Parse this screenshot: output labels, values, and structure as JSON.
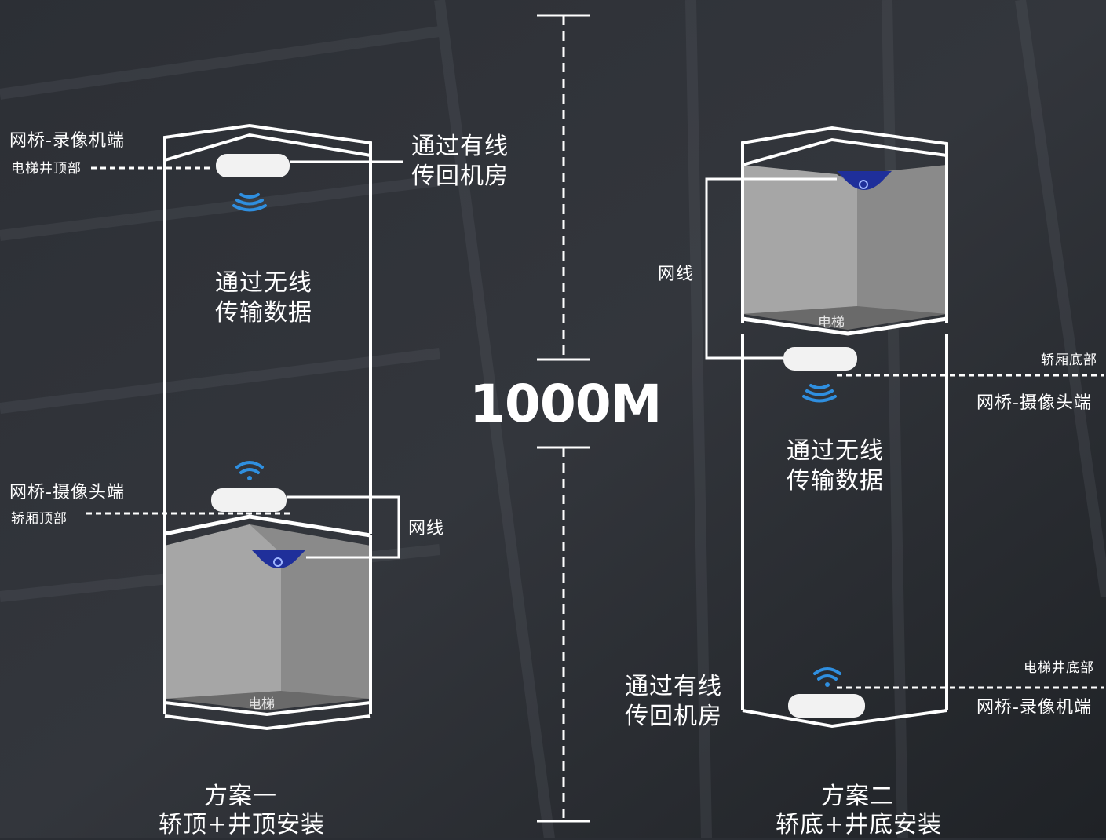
{
  "distance": "1000M",
  "scheme1": {
    "top_device_label": "网桥-录像机端",
    "top_device_sub": "电梯井顶部",
    "wired_text": [
      "通过有线",
      "传回机房"
    ],
    "wireless_text": [
      "通过无线",
      "传输数据"
    ],
    "bottom_device_label": "网桥-摄像头端",
    "bottom_device_sub": "轿厢顶部",
    "cable_label": "网线",
    "cab_label": "电梯",
    "title": "方案一",
    "subtitle": "轿顶+井顶安装"
  },
  "scheme2": {
    "cable_label": "网线",
    "cab_label": "电梯",
    "cam_device_sub": "轿厢底部",
    "cam_device_label": "网桥-摄像头端",
    "wireless_text": [
      "通过无线",
      "传输数据"
    ],
    "nvr_device_sub": "电梯井底部",
    "nvr_device_label": "网桥-录像机端",
    "wired_text": [
      "通过有线",
      "传回机房"
    ],
    "title": "方案二",
    "subtitle": "轿底+井底安装"
  },
  "colors": {
    "wifi": "#2f8fe0",
    "camera": "#1f2f9a",
    "line": "#ffffff"
  }
}
